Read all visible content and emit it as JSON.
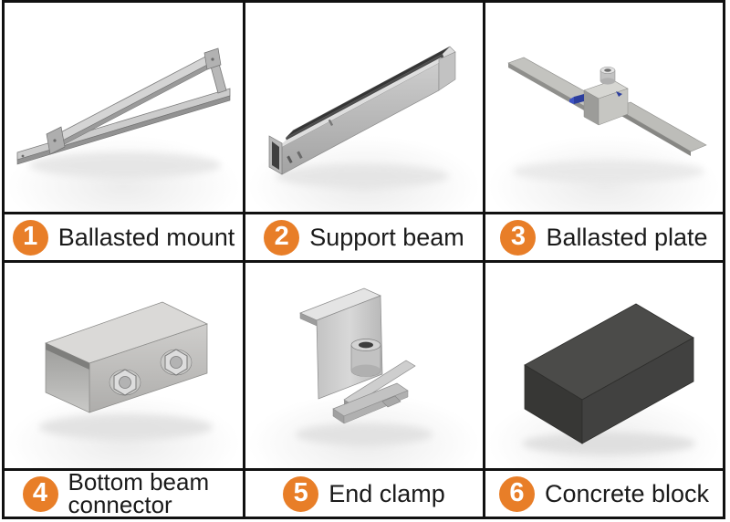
{
  "theme": {
    "accent_color": "#E87E28",
    "border_color": "#111111",
    "label_text_color": "#1a1a1a",
    "background_color": "#ffffff"
  },
  "items": [
    {
      "number": "1",
      "label": "Ballasted mount",
      "image": "ballasted-mount-render"
    },
    {
      "number": "2",
      "label": "Support beam",
      "image": "support-beam-render"
    },
    {
      "number": "3",
      "label": "Ballasted plate",
      "image": "ballasted-plate-render"
    },
    {
      "number": "4",
      "label": "Bottom beam connector",
      "image": "bottom-beam-connector-render"
    },
    {
      "number": "5",
      "label": "End clamp",
      "image": "end-clamp-render"
    },
    {
      "number": "6",
      "label": "Concrete block",
      "image": "concrete-block-render"
    }
  ]
}
